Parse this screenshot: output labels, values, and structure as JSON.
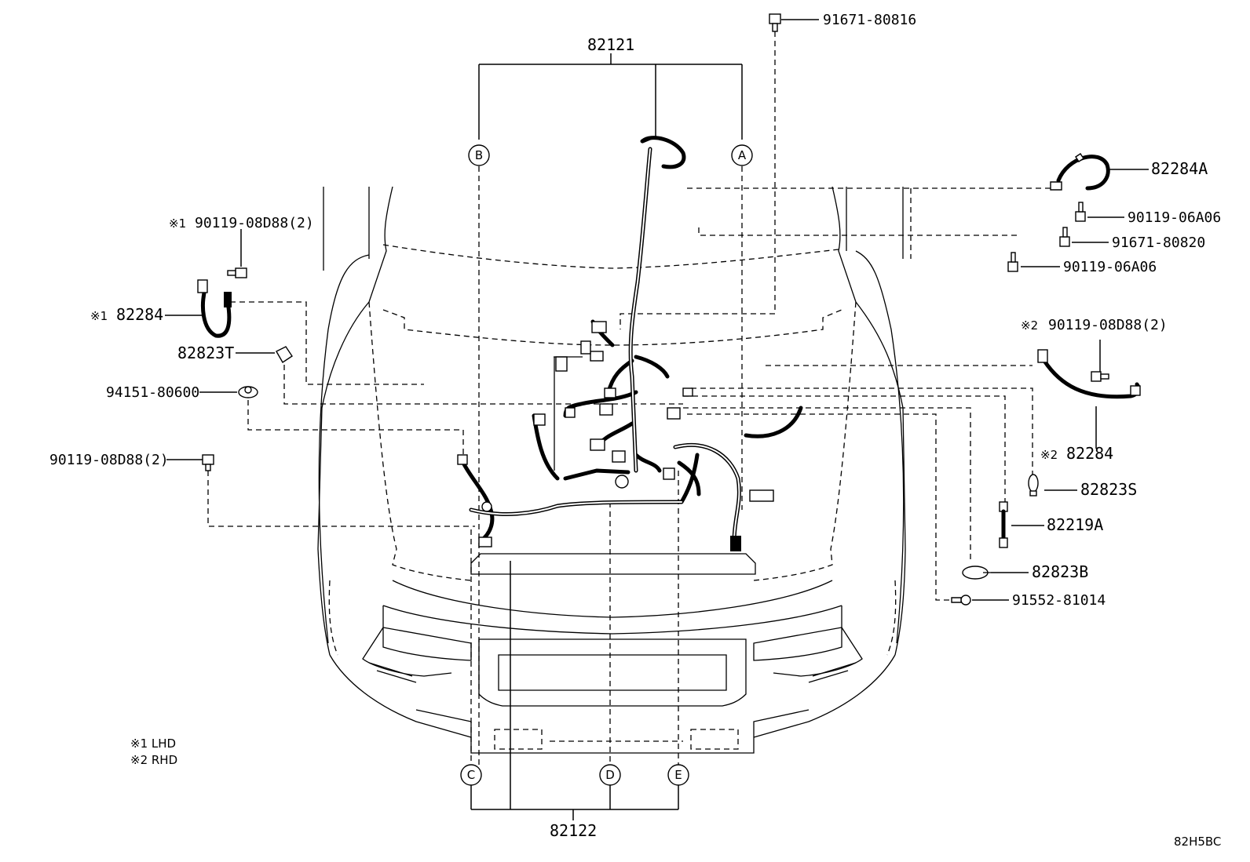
{
  "diagram": {
    "harness_main_label": "82121",
    "harness_front_label": "82122",
    "part_labels": {
      "p82284A": "82284A",
      "p9011906A06_a": "90119-06A06",
      "p9167180820": "91671-80820",
      "p9011906A06_b": "90119-06A06",
      "p9167180816": "91671-80816",
      "p90119_08D88_lhd": "90119-08D88(2)",
      "p82284_lhd": "82284",
      "p82823T": "82823T",
      "p9415180600": "94151-80600",
      "p90119_08D88": "90119-08D88(2)",
      "p90119_08D88_rhd": "90119-08D88(2)",
      "p82284_rhd": "82284",
      "p82823S": "82823S",
      "p82219A": "82219A",
      "p82823B": "82823B",
      "p9155281014": "91552-81014"
    },
    "marks": {
      "lhd_mark": "※1",
      "rhd_mark": "※2"
    },
    "connector_letters": {
      "A": "A",
      "B": "B",
      "C": "C",
      "D": "D",
      "E": "E"
    },
    "legend": {
      "lhd": "※1 LHD",
      "rhd": "※2 RHD"
    },
    "diagram_code": "82H5BC"
  }
}
